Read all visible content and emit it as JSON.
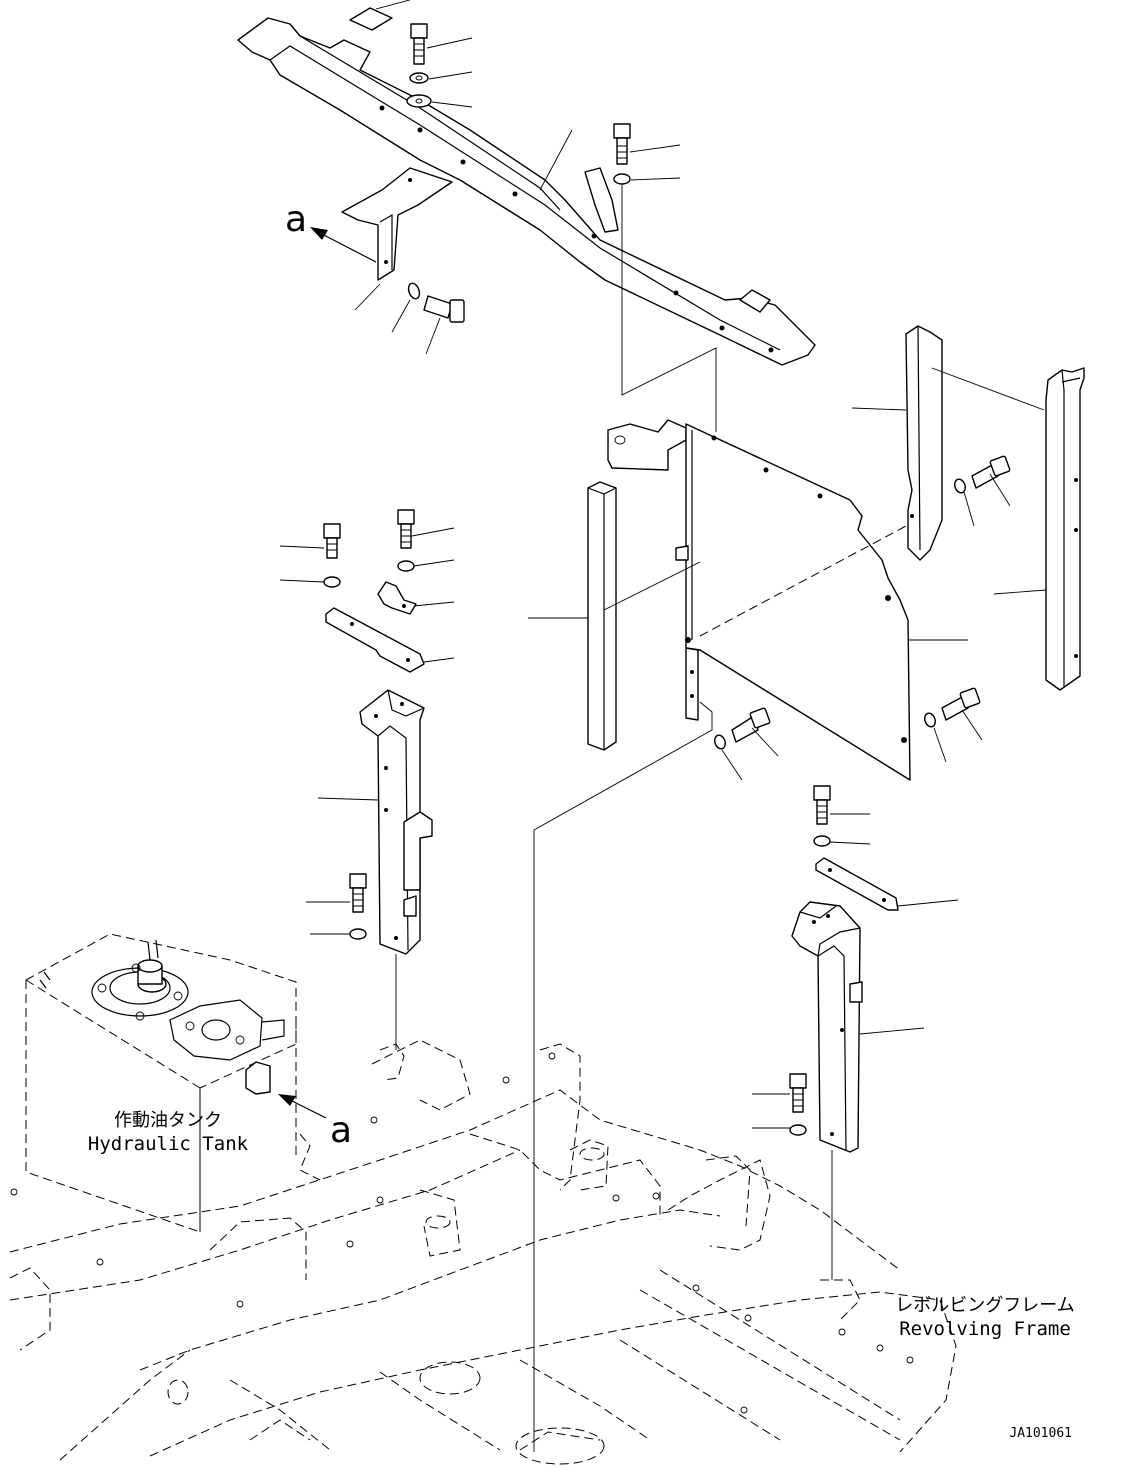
{
  "labels": {
    "hydraulic_tank_jp": "作動油タンク",
    "hydraulic_tank_en": "Hydraulic Tank",
    "revolving_frame_jp": "レボルビングフレーム",
    "revolving_frame_en": "Revolving Frame",
    "view_mark_top": "a",
    "view_mark_bottom": "a",
    "drawing_id": "JA101061"
  }
}
